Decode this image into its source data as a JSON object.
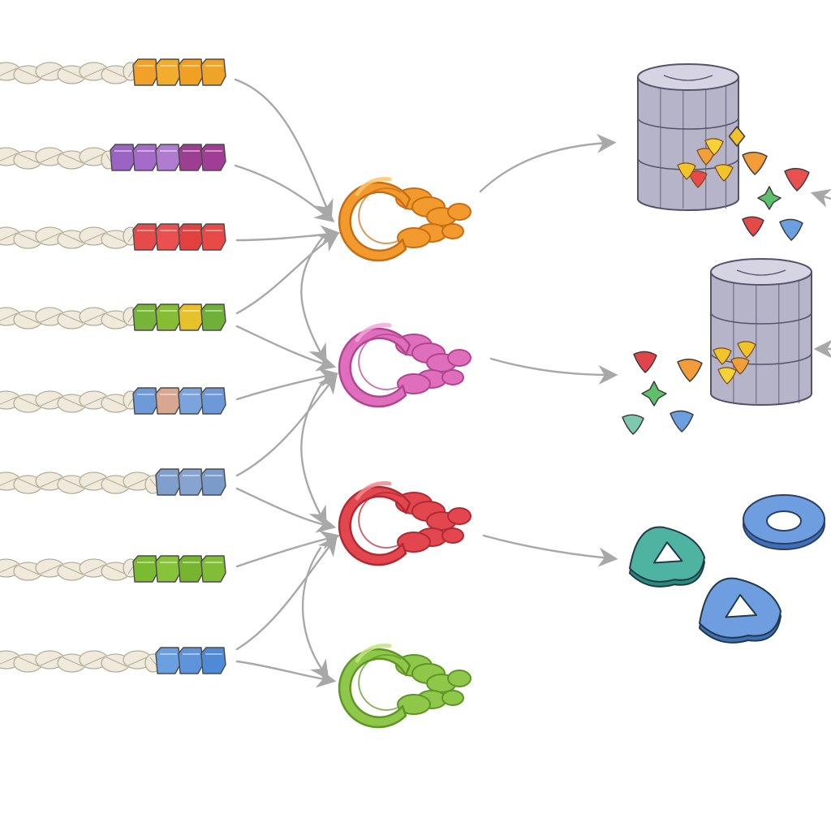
{
  "diagram": {
    "labels": [],
    "colors": {
      "chain_base": "#efeadb",
      "chain_outline": "#b4ae98",
      "arrow": "#a8a8a8",
      "barrel": "#b6b4c9",
      "barrel_top": "#d6d4e3",
      "barrel_outline": "#55536a"
    },
    "chains": [
      {
        "segments": [
          "#f1a12a",
          "#f3ad2e",
          "#f0a024",
          "#eea428"
        ]
      },
      {
        "segments": [
          "#9a63c4",
          "#a66bc9",
          "#b07cd0",
          "#9d3e93",
          "#a23d96"
        ]
      },
      {
        "segments": [
          "#e64b4b",
          "#e9504f",
          "#e2413f",
          "#e84a48"
        ]
      },
      {
        "segments": [
          "#79b43a",
          "#86bd35",
          "#e6c12b",
          "#6fb03a"
        ]
      },
      {
        "segments": [
          "#6f9ad8",
          "#d8a78f",
          "#7ca4dc",
          "#6d99d8"
        ]
      },
      {
        "segments": [
          "#809fcc",
          "#86a4cf",
          "#7b9cca"
        ]
      },
      {
        "segments": [
          "#7bbb32",
          "#86c23a",
          "#77b530",
          "#82bd37"
        ]
      },
      {
        "segments": [
          "#6a9fe0",
          "#5d94dc",
          "#4f8ad6"
        ]
      }
    ],
    "enzymes": [
      {
        "name": "orange",
        "color": "#f39a2e",
        "shade": "#c76d14",
        "highlight": "#ffc66a"
      },
      {
        "name": "pink",
        "color": "#df6fbd",
        "shade": "#b2458f",
        "highlight": "#f6a4da"
      },
      {
        "name": "red",
        "color": "#e2474f",
        "shade": "#b02a32",
        "highlight": "#f6868b"
      },
      {
        "name": "green",
        "color": "#8fc74a",
        "shade": "#5e9625",
        "highlight": "#c2e57e"
      }
    ],
    "fragments": [
      {
        "color": "#e9504f",
        "shape": "tri"
      },
      {
        "color": "#5fc06a",
        "shape": "star"
      },
      {
        "color": "#e44a4a",
        "shape": "tri"
      },
      {
        "color": "#6a9fe0",
        "shape": "tri"
      },
      {
        "color": "#f29c3a",
        "shape": "tri"
      },
      {
        "color": "#f0c22c",
        "shape": "diamond"
      },
      {
        "color": "#e0454a",
        "shape": "tri"
      },
      {
        "color": "#f29c3a",
        "shape": "tri"
      },
      {
        "color": "#5fc06a",
        "shape": "star"
      },
      {
        "color": "#7fc8b0",
        "shape": "tri"
      },
      {
        "color": "#6a9fe0",
        "shape": "tri"
      }
    ],
    "rings": [
      {
        "shape": "triangle",
        "color": "#4fb3a1",
        "shade": "#2c8a7a"
      },
      {
        "shape": "donut",
        "color": "#6f9ee0",
        "shade": "#3f6fb8"
      },
      {
        "shape": "triangle",
        "color": "#6f9ee0",
        "shade": "#3f6fb8"
      }
    ]
  }
}
